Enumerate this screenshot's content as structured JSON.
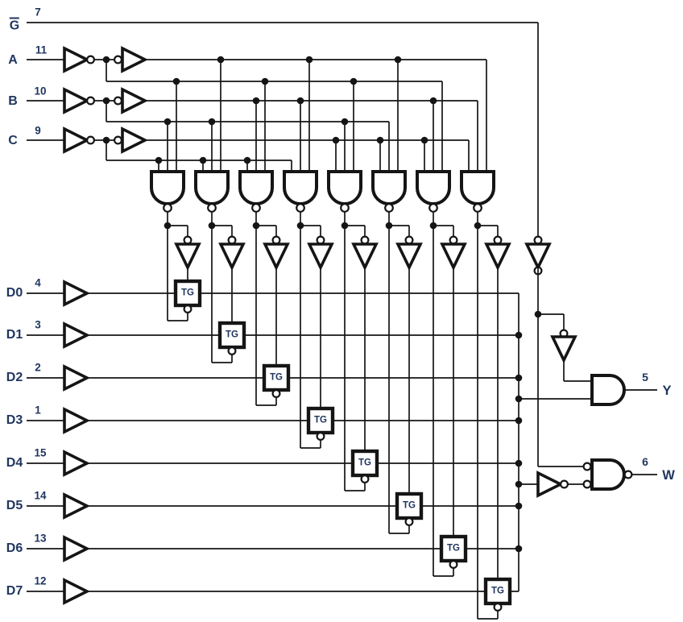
{
  "select_inputs": [
    {
      "label": "G",
      "overline": true,
      "pin": "7"
    },
    {
      "label": "A",
      "pin": "11"
    },
    {
      "label": "B",
      "pin": "10"
    },
    {
      "label": "C",
      "pin": "9"
    }
  ],
  "data_inputs": [
    {
      "label": "D0",
      "pin": "4"
    },
    {
      "label": "D1",
      "pin": "3"
    },
    {
      "label": "D2",
      "pin": "2"
    },
    {
      "label": "D3",
      "pin": "1"
    },
    {
      "label": "D4",
      "pin": "15"
    },
    {
      "label": "D5",
      "pin": "14"
    },
    {
      "label": "D6",
      "pin": "13"
    },
    {
      "label": "D7",
      "pin": "12"
    }
  ],
  "outputs": [
    {
      "label": "Y",
      "pin": "5"
    },
    {
      "label": "W",
      "pin": "6"
    }
  ],
  "tg": {
    "label": "TG"
  },
  "colors": {
    "wire": "#151515",
    "label": "#20365f",
    "background": "#ffffff"
  }
}
